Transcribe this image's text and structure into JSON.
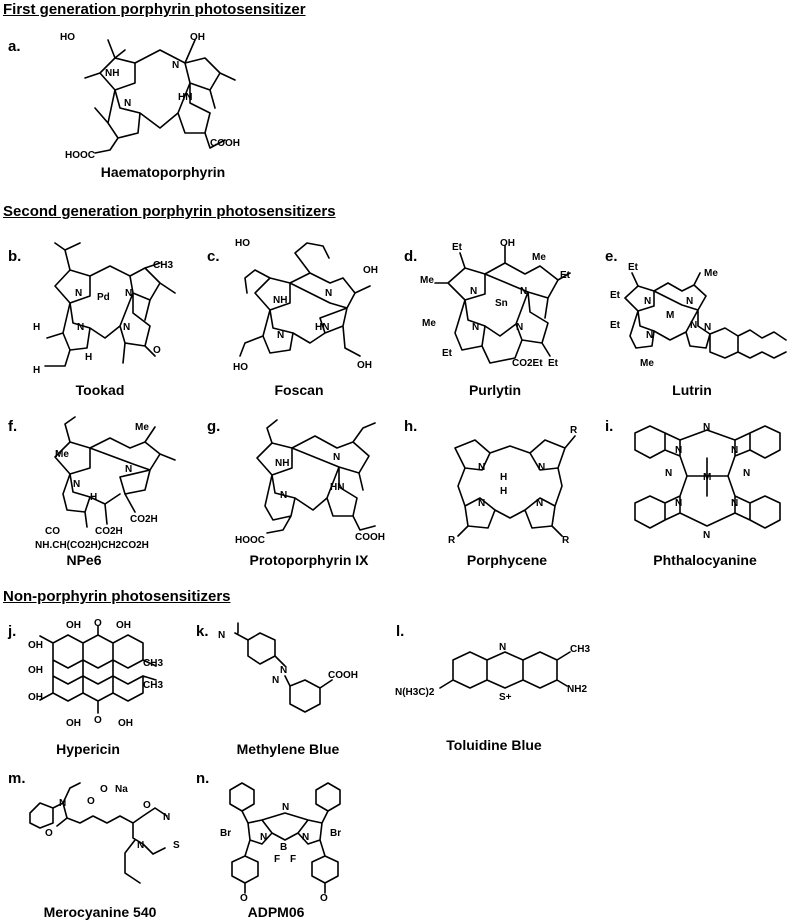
{
  "sections": {
    "first": "First generation porphyrin photosensitizer",
    "second": "Second generation porphyrin photosensitizers",
    "non": "Non-porphyrin photosensitizers"
  },
  "compounds": {
    "a": {
      "letter": "a.",
      "name": "Haematoporphyrin"
    },
    "b": {
      "letter": "b.",
      "name": "Tookad"
    },
    "c": {
      "letter": "c.",
      "name": "Foscan"
    },
    "d": {
      "letter": "d.",
      "name": "Purlytin"
    },
    "e": {
      "letter": "e.",
      "name": "Lutrin"
    },
    "f": {
      "letter": "f.",
      "name": "NPe6"
    },
    "g": {
      "letter": "g.",
      "name": "Protoporphyrin IX"
    },
    "h": {
      "letter": "h.",
      "name": "Porphycene"
    },
    "i": {
      "letter": "i.",
      "name": "Phthalocyanine"
    },
    "j": {
      "letter": "j.",
      "name": "Hypericin"
    },
    "k": {
      "letter": "k.",
      "name": "Methylene Blue"
    },
    "l": {
      "letter": "l.",
      "name": "Toluidine Blue"
    },
    "m": {
      "letter": "m.",
      "name": "Merocyanine 540"
    },
    "n": {
      "letter": "n.",
      "name": "ADPM06"
    }
  },
  "atoms": {
    "a": [
      "HO",
      "OH",
      "NH",
      "N",
      "N",
      "HN",
      "HOOC",
      "COOH"
    ],
    "b": [
      "Pd",
      "N",
      "N",
      "N",
      "N",
      "CH3",
      "H",
      "H",
      "O",
      "H"
    ],
    "c": [
      "HO",
      "OH",
      "NH",
      "N",
      "HN",
      "N",
      "HO",
      "OH"
    ],
    "d": [
      "OH",
      "Et",
      "Me",
      "Me",
      "Et",
      "Sn",
      "N",
      "N",
      "N",
      "N",
      "Me",
      "Et",
      "CO2Et",
      "Et"
    ],
    "e": [
      "Et",
      "Et",
      "Me",
      "Et",
      "M",
      "N",
      "N",
      "N",
      "N",
      "N",
      "Me"
    ],
    "f": [
      "Me",
      "Me",
      "N",
      "N",
      "H",
      "CO2H",
      "CO2H",
      "CO",
      "NH.CH(CO2H)CH2CO2H"
    ],
    "g": [
      "NH",
      "N",
      "N",
      "HN",
      "HOOC",
      "COOH"
    ],
    "h": [
      "R",
      "N",
      "N",
      "H",
      "H",
      "N",
      "N",
      "R",
      "R"
    ],
    "i": [
      "N",
      "N",
      "N",
      "N",
      "M",
      "N",
      "N",
      "N",
      "N"
    ],
    "j": [
      "OH",
      "O",
      "OH",
      "CH3",
      "CH3",
      "OH",
      "OH",
      "OH",
      "O",
      "OH",
      "OH"
    ],
    "k": [
      "N",
      "N",
      "N",
      "COOH"
    ],
    "l": [
      "N",
      "CH3",
      "N(H3C)2",
      "S+",
      "NH2"
    ],
    "m": [
      "O",
      "O",
      "Na",
      "N",
      "O",
      "O",
      "N",
      "N",
      "S"
    ],
    "n": [
      "Br",
      "N",
      "N",
      "N",
      "B",
      "F",
      "F",
      "Br",
      "O",
      "O"
    ]
  }
}
